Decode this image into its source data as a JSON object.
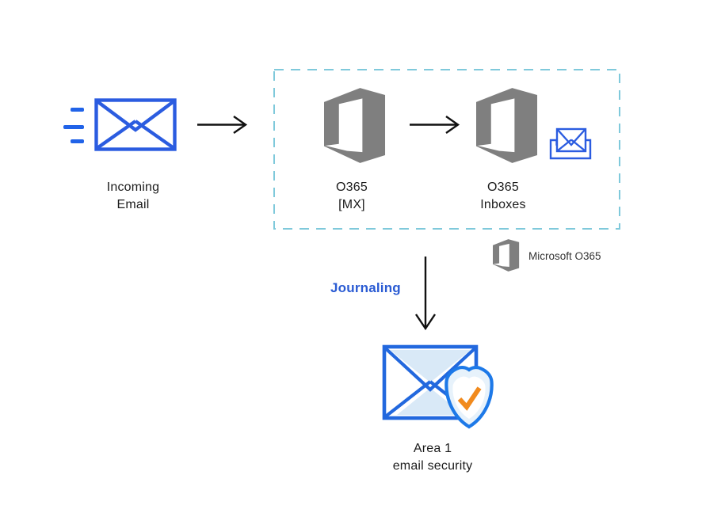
{
  "diagram": {
    "nodes": {
      "incoming_email": {
        "line1": "Incoming",
        "line2": "Email",
        "icon": "envelope-speed-lines-icon"
      },
      "o365_mx": {
        "line1": "O365",
        "line2": "[MX]",
        "icon": "office-365-icon"
      },
      "o365_inboxes": {
        "line1": "O365",
        "line2": "Inboxes",
        "icon": "office-365-icon-with-inbox"
      },
      "area1": {
        "line1": "Area 1",
        "line2": "email security",
        "icon": "envelope-shield-check-icon"
      }
    },
    "flow_label": "Journaling",
    "legend": {
      "label": "Microsoft O365",
      "icon": "office-365-icon"
    },
    "edges": [
      {
        "from": "incoming_email",
        "to": "o365_mx",
        "style": "solid-arrow-right"
      },
      {
        "from": "o365_mx",
        "to": "o365_inboxes",
        "style": "solid-arrow-right"
      },
      {
        "from": "o365_group",
        "to": "area1",
        "style": "solid-arrow-down",
        "label": "Journaling"
      }
    ],
    "group_box": {
      "contains": [
        "o365_mx",
        "o365_inboxes"
      ],
      "style": "dashed"
    }
  },
  "colors": {
    "blue": "#2b5ce0",
    "bright_blue": "#2163e8",
    "office_gray": "#7f7f7f",
    "dash_teal": "#7fc9db",
    "journaling_blue": "#2a5bd3",
    "text_dark": "#1b1b1b",
    "legend_text": "#333333",
    "orange": "#f18a1d",
    "light_blue": "#d9e9f7",
    "shield_fill": "#e7f2fb",
    "shield_blue": "#1d79e8",
    "arrow_black": "#111111",
    "bg": "#ffffff"
  }
}
